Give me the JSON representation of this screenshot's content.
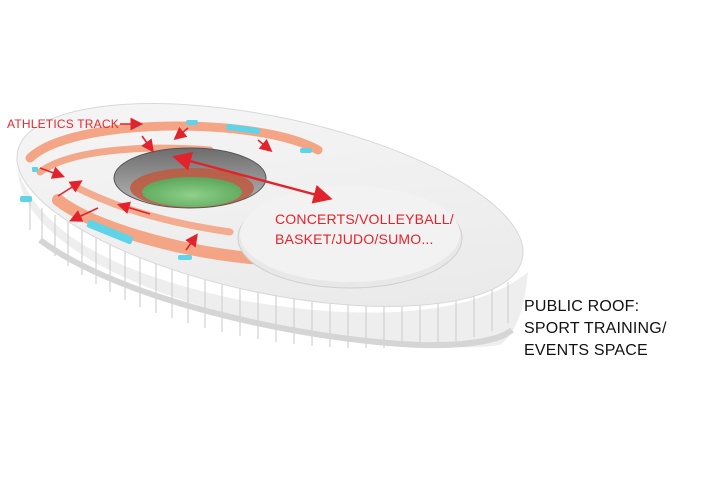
{
  "labels": {
    "athletics_track": "ATHLETICS TRACK",
    "concerts": [
      "CONCERTS/VOLLEYBALL/",
      "BASKET/JUDO/SUMO..."
    ],
    "public_roof": [
      "PUBLIC ROOF:",
      "SPORT TRAINING/",
      "EVENTS SPACE"
    ]
  },
  "colors": {
    "roof": "#f2f2f2",
    "track": "#f3a07e",
    "accent_red": "#e3232b",
    "cyan_marker": "#5fd3e8",
    "field_green": "#7fc27a",
    "stand_dark": "#8a8a8a"
  },
  "icons": {
    "double_arrow": "double-headed-arrow-icon",
    "track_arrows": "arrow-icon"
  }
}
